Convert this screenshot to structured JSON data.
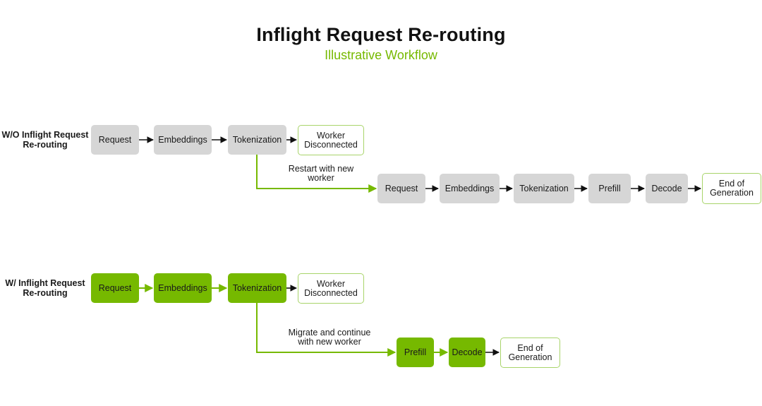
{
  "header": {
    "title": "Inflight Request Re-routing",
    "subtitle": "Illustrative Workflow"
  },
  "colors": {
    "accent": "#76b900",
    "gray_box": "#d6d6d6",
    "outline": "#a8d46a"
  },
  "without": {
    "label": "W/O Inflight Request Re-routing",
    "first_pass": [
      "Request",
      "Embeddings",
      "Tokenization"
    ],
    "disconnect": "Worker Disconnected",
    "restart_note": "Restart with new worker",
    "second_pass": [
      "Request",
      "Embeddings",
      "Tokenization",
      "Prefill",
      "Decode"
    ],
    "end": "End of Generation"
  },
  "with": {
    "label": "W/ Inflight Request Re-routing",
    "first_pass": [
      "Request",
      "Embeddings",
      "Tokenization"
    ],
    "disconnect": "Worker Disconnected",
    "migrate_note": "Migrate and continue with new worker",
    "second_pass": [
      "Prefill",
      "Decode"
    ],
    "end": "End of Generation"
  }
}
